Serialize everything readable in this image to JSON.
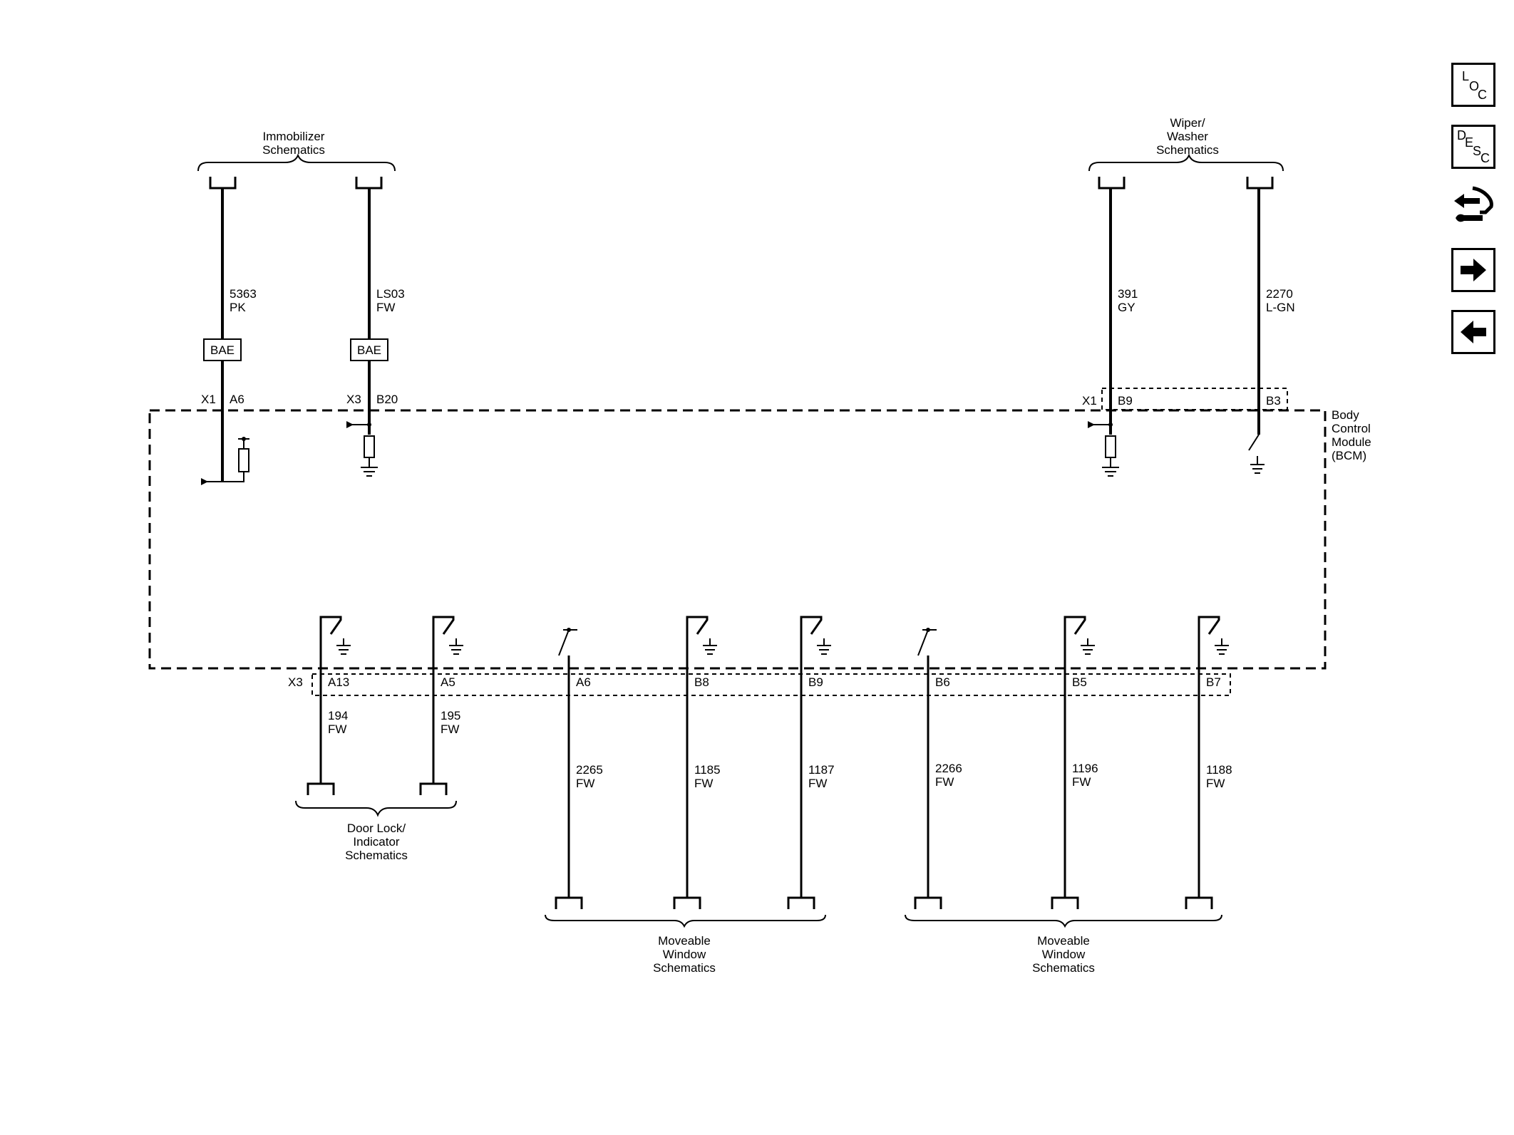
{
  "nav": {
    "loc": {
      "l1": "L",
      "l2": "O",
      "l3": "C"
    },
    "desc": {
      "l1": "D",
      "l2": "E",
      "l3": "S",
      "l4": "C"
    }
  },
  "module": {
    "line1": "Body",
    "line2": "Control",
    "line3": "Module",
    "line4": "(BCM)"
  },
  "groups": {
    "immobilizer": {
      "line1": "Immobilizer",
      "line2": "Schematics"
    },
    "wiper": {
      "line1": "Wiper/",
      "line2": "Washer",
      "line3": "Schematics"
    },
    "doorlock": {
      "line1": "Door Lock/",
      "line2": "Indicator",
      "line3": "Schematics"
    },
    "window1": {
      "line1": "Moveable",
      "line2": "Window",
      "line3": "Schematics"
    },
    "window2": {
      "line1": "Moveable",
      "line2": "Window",
      "line3": "Schematics"
    }
  },
  "connectors": {
    "x1_left": "X1",
    "x3_left": "X3",
    "x1_right": "X1",
    "x3_bottom": "X3"
  },
  "pins": {
    "a6_top": "A6",
    "b20": "B20",
    "b9_top": "B9",
    "b3": "B3",
    "a13": "A13",
    "a5": "A5",
    "a6_bot": "A6",
    "b8": "B8",
    "b9_bot": "B9",
    "b6": "B6",
    "b5": "B5",
    "b7": "B7"
  },
  "splices": {
    "s1": "BAE",
    "s2": "BAE"
  },
  "wires": {
    "w5363": {
      "num": "5363",
      "color": "PK"
    },
    "wls03": {
      "num": "LS03",
      "color": "FW"
    },
    "w391": {
      "num": "391",
      "color": "GY"
    },
    "w2270": {
      "num": "2270",
      "color": "L-GN"
    },
    "w194": {
      "num": "194",
      "color": "FW"
    },
    "w195": {
      "num": "195",
      "color": "FW"
    },
    "w2265": {
      "num": "2265",
      "color": "FW"
    },
    "w1185": {
      "num": "1185",
      "color": "FW"
    },
    "w1187": {
      "num": "1187",
      "color": "FW"
    },
    "w2266": {
      "num": "2266",
      "color": "FW"
    },
    "w1196": {
      "num": "1196",
      "color": "FW"
    },
    "w1188": {
      "num": "1188",
      "color": "FW"
    }
  }
}
